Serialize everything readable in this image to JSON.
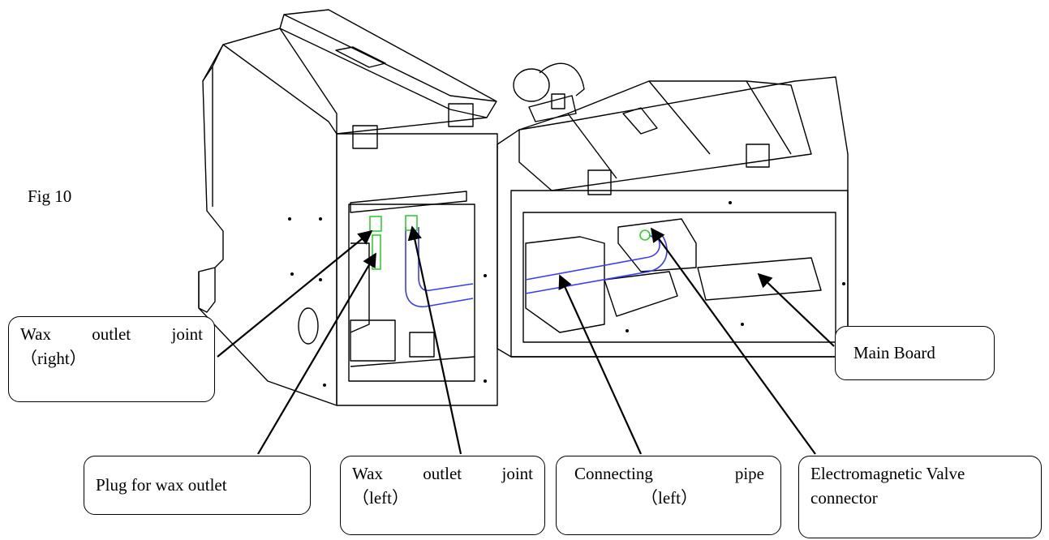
{
  "figure": {
    "label": "Fig 10"
  },
  "callouts": {
    "wax_outlet_right": {
      "line1": "Wax outlet joint",
      "line2": "（right）"
    },
    "plug_wax_outlet": {
      "line1": "Plug for wax outlet"
    },
    "wax_outlet_left": {
      "line1": "Wax outlet joint",
      "line2": "（left）"
    },
    "connecting_pipe": {
      "line1": "Connecting pipe",
      "line2": "（left）"
    },
    "valve_connector": {
      "line1": "Electromagnetic Valve",
      "line2": "connector"
    },
    "main_board": {
      "line1": "Main Board"
    }
  },
  "colors": {
    "pipe": "#3a3aff",
    "joint": "#33cc33",
    "line": "#000000"
  }
}
